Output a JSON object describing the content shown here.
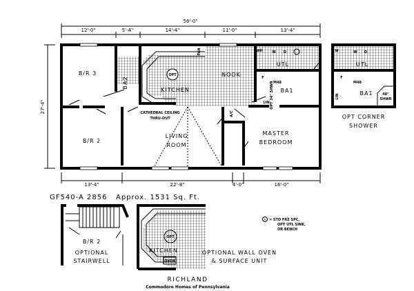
{
  "dimensions": {
    "overall_width": "56'-0\"",
    "overall_depth": "27'-4\"",
    "top": [
      "12'-0\"",
      "5'-4\"",
      "14'-4\"",
      "11'-0\"",
      "13'-4\""
    ],
    "bottom": [
      "13'-4\"",
      "22'-8\"",
      "4'-0\"",
      "16'-0\""
    ]
  },
  "rooms": {
    "br3": "B/R 3",
    "ba2": "BA2",
    "kitchen": "KITCHEN",
    "opt_table": "OPT",
    "nook": "NOOK",
    "utl": "UTL",
    "washer": "W",
    "dryer": "D",
    "wh": "WH",
    "ba1": "BA1",
    "m48": "M48",
    "furnace": "F",
    "lin": "LIN",
    "opt_shower": "OPT 34\" SHWR",
    "pan": "PAN",
    "cathedral_1": "CATHEDRAL CEILING",
    "cathedral_2": "THRU-OUT",
    "living_1": "LIVING",
    "living_2": "ROOM",
    "br2": "B/R 2",
    "master_1": "MASTER",
    "master_2": "BEDROOM",
    "ac": "A/C"
  },
  "corner_shower_option": {
    "utl": "UTL",
    "washer": "W",
    "dryer": "D",
    "ba1": "BA1",
    "m48": "M48",
    "furnace": "F",
    "lin": "LIN",
    "shower": "48\"",
    "shower2": "SHWR",
    "title_1": "OPT CORNER",
    "title_2": "SHOWER"
  },
  "model_line": "GF540-A 2856   Approx. 1531 Sq. Ft.",
  "stairwell_option": {
    "room": "B/R 2",
    "title_1": "OPTIONAL",
    "title_2": "STAIRWELL"
  },
  "kitchen_option": {
    "opt": "OPT",
    "kitchen": "KITCHEN",
    "oven": "OVEN",
    "title_1": "OPTIONAL WALL OVEN",
    "title_2": "& SURFACE UNIT"
  },
  "legend": {
    "symbol": "A",
    "line_1": "= STD FRZ SPC,",
    "line_2": "OPT UTL SINK,",
    "line_3": "OR BENCH"
  },
  "footer": {
    "name": "RICHLAND",
    "company": "Commodore Homes of Pennsylvania"
  }
}
